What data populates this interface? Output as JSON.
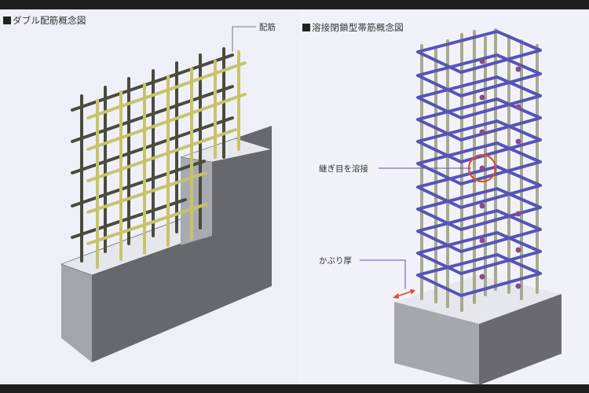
{
  "left_panel": {
    "title": "ダブル配筋概念図",
    "callout_label": "配筋",
    "colors": {
      "outer_rebar": "#4a4a3e",
      "inner_rebar": "#c6c46a",
      "concrete_front": "#67686e",
      "concrete_side": "#a9aaaf",
      "concrete_top": "#e6e7ec"
    }
  },
  "right_panel": {
    "title": "溶接閉鎖型帯筋概念図",
    "callout_weld": "継ぎ目を溶接",
    "callout_cover": "かぶり厚",
    "colors": {
      "hoop": "#5653b8",
      "main_bar": "#a9a98f",
      "weld_point": "#8a4a8a",
      "highlight_circle": "#e0502a",
      "cover_arrow": "#e04a2a"
    }
  }
}
